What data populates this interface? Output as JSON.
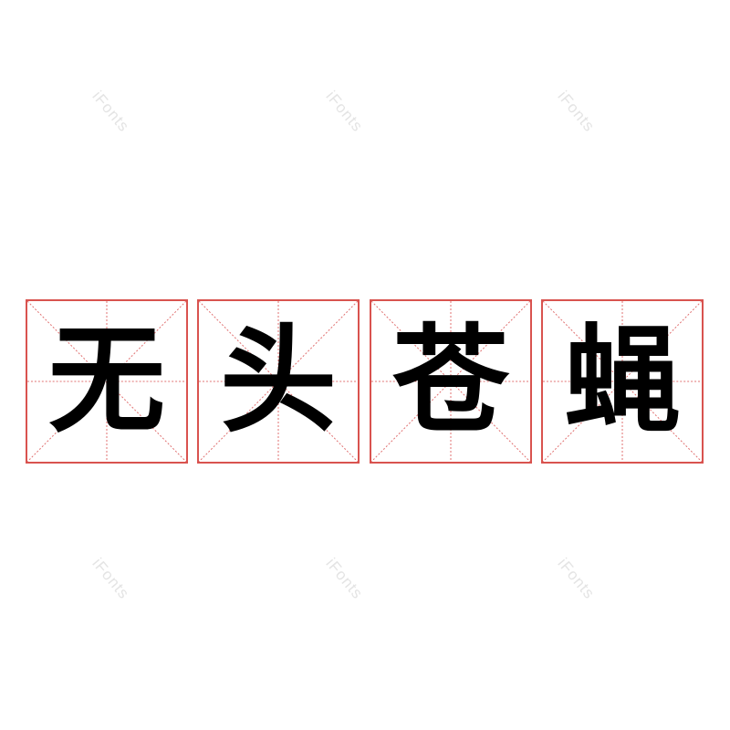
{
  "watermark": "iFonts",
  "phrase": [
    "无",
    "头",
    "苍",
    "蝇"
  ],
  "colors": {
    "grid": "#d9534f",
    "text": "#000000",
    "watermark": "#e4e4e4"
  }
}
